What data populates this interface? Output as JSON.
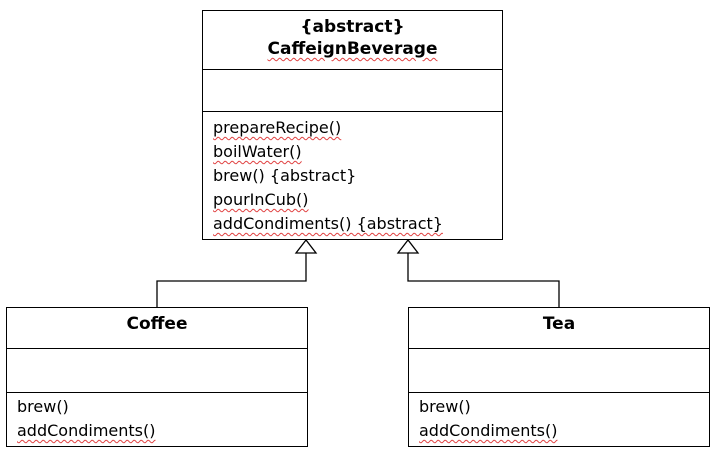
{
  "classes": {
    "base": {
      "stereotype": "{abstract}",
      "name": "CaffeignBeverage",
      "operations": [
        "prepareRecipe()",
        "boilWater()",
        "brew() {abstract}",
        "pourInCub()",
        "addCondiments() {abstract}"
      ]
    },
    "coffee": {
      "name": "Coffee",
      "operations": [
        "brew()",
        "addCondiments()"
      ]
    },
    "tea": {
      "name": "Tea",
      "operations": [
        "brew()",
        "addCondiments()"
      ]
    }
  }
}
